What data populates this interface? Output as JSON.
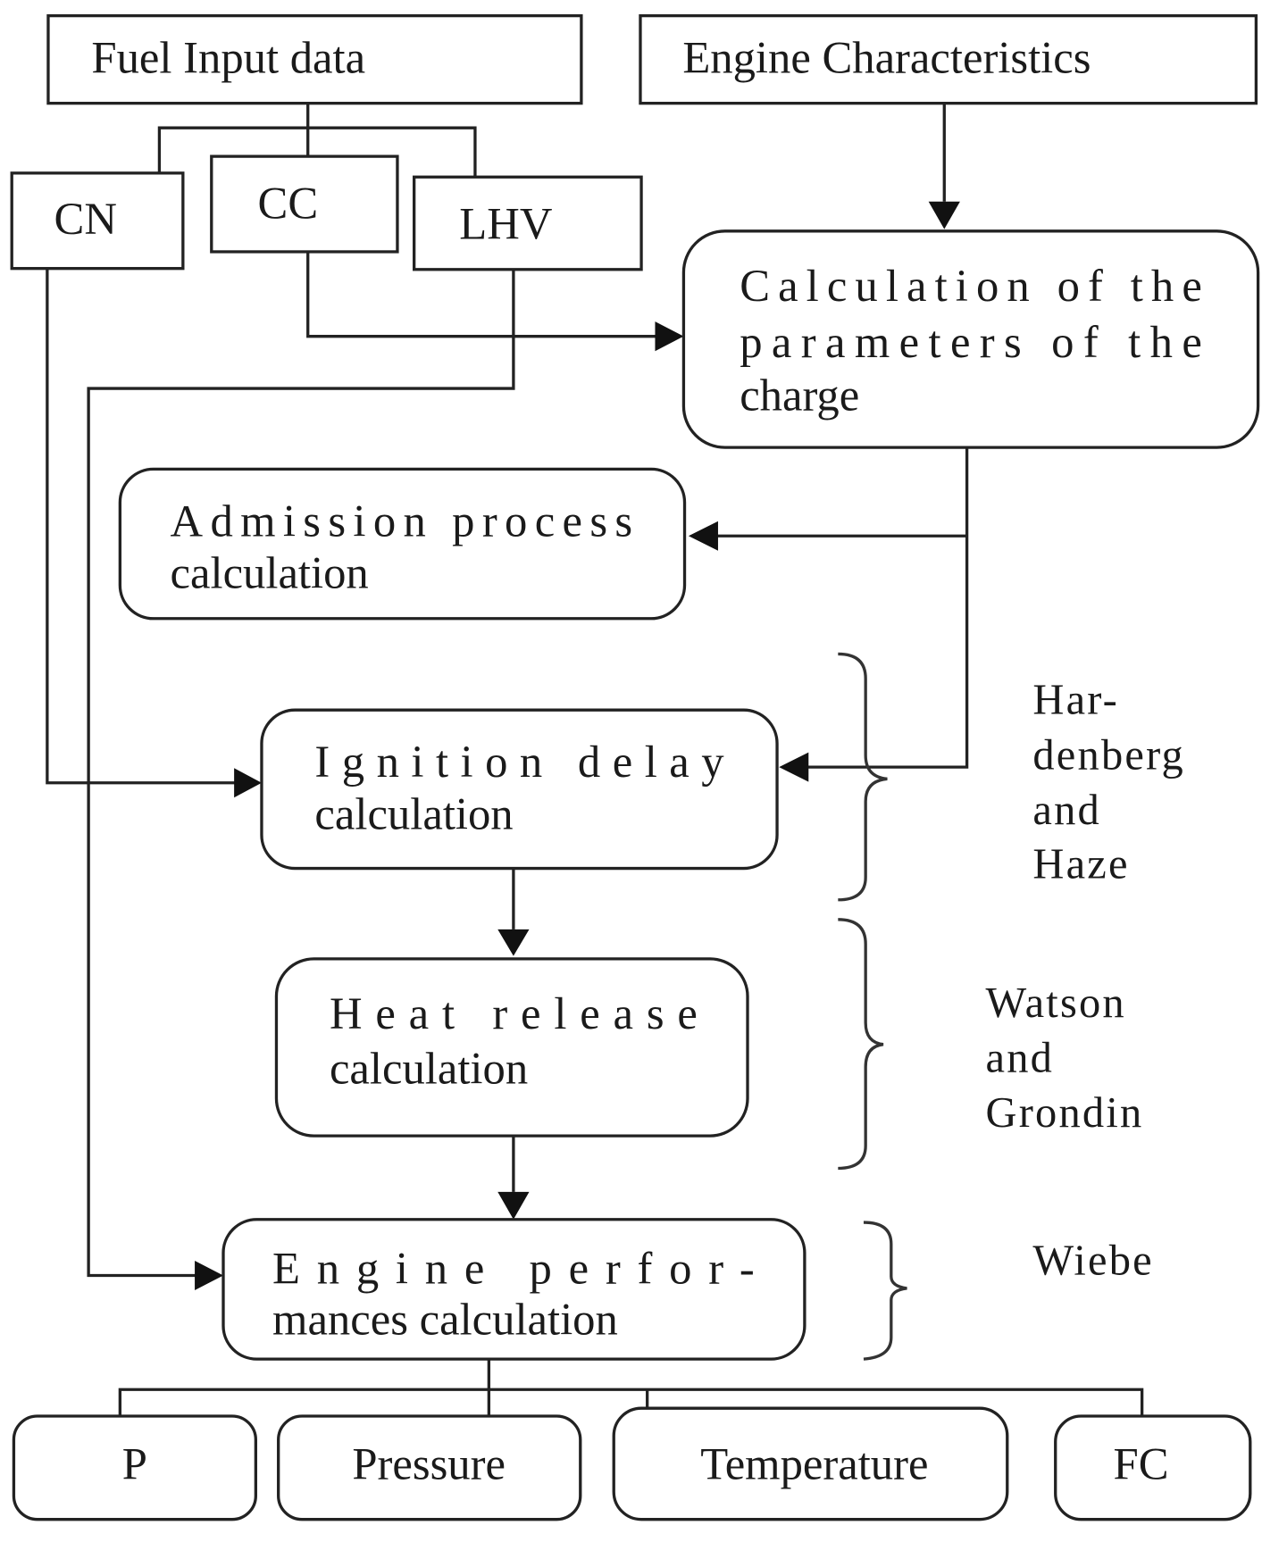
{
  "diagram": {
    "type": "flowchart",
    "nodes": {
      "fuel_input": {
        "label": "Fuel Input data"
      },
      "engine_char": {
        "label": "Engine Characteristics"
      },
      "cn": {
        "label": "CN"
      },
      "cc": {
        "label": "CC"
      },
      "lhv": {
        "label": "LHV"
      },
      "charge_params": {
        "lines": [
          "Calculation of the",
          "parameters of the",
          "charge"
        ]
      },
      "admission": {
        "lines": [
          "Admission process",
          "calculation"
        ]
      },
      "ignition": {
        "lines": [
          "Ignition delay",
          "calculation"
        ]
      },
      "heat_release": {
        "lines": [
          "Heat release",
          "calculation"
        ]
      },
      "performance": {
        "lines": [
          "Engine perfor-",
          "mances calculation"
        ]
      },
      "out_p": {
        "label": "P"
      },
      "out_pressure": {
        "label": "Pressure"
      },
      "out_temperature": {
        "label": "Temperature"
      },
      "out_fc": {
        "label": "FC"
      }
    },
    "annotations": {
      "hardenberg": {
        "lines": [
          "Har-",
          "denberg",
          "and",
          "Haze"
        ]
      },
      "watson": {
        "lines": [
          "Watson",
          "and",
          "Grondin"
        ]
      },
      "wiebe": {
        "lines": [
          "Wiebe"
        ]
      }
    },
    "edges": [
      {
        "from": "fuel_input",
        "to": [
          "cn",
          "cc",
          "lhv"
        ]
      },
      {
        "from": "engine_char",
        "to": "charge_params"
      },
      {
        "from": "cc",
        "to": "charge_params"
      },
      {
        "from": "lhv",
        "to": "performance"
      },
      {
        "from": "cn",
        "to": "ignition"
      },
      {
        "from": "charge_params",
        "to": "admission"
      },
      {
        "from": "charge_params",
        "to": "ignition"
      },
      {
        "from": "ignition",
        "to": "heat_release"
      },
      {
        "from": "heat_release",
        "to": "performance"
      },
      {
        "from": "performance",
        "to": [
          "out_p",
          "out_pressure",
          "out_temperature",
          "out_fc"
        ]
      }
    ]
  }
}
